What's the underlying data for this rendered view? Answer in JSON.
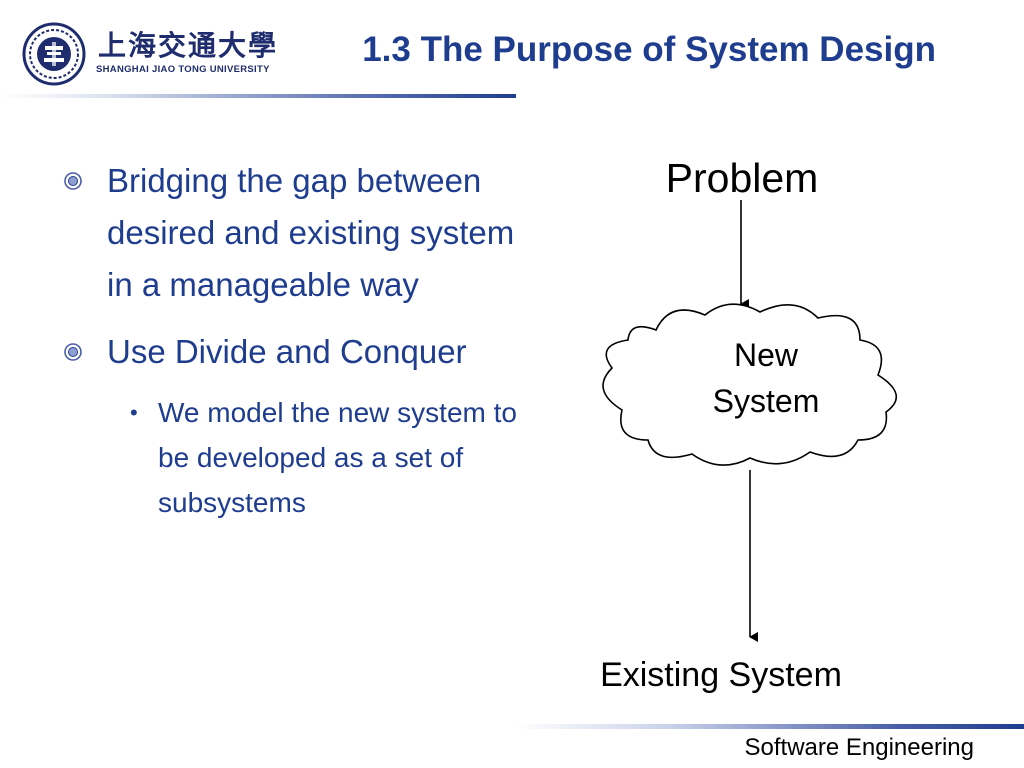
{
  "header": {
    "logo_cn": "上海交通大學",
    "logo_en": "SHANGHAI  JIAO TONG  UNIVERSITY",
    "title": "1.3 The Purpose of System Design"
  },
  "bullets": [
    {
      "text": "Bridging  the gap between desired and existing system in a manageable way",
      "sub": []
    },
    {
      "text": "Use Divide and Conquer",
      "sub": [
        {
          "text": "We model the new system  to be developed as a set of subsystems"
        }
      ]
    }
  ],
  "diagram": {
    "problem_label": "Problem",
    "cloud_line1": "New",
    "cloud_line2": "System",
    "existing_label": "Existing System"
  },
  "footer": {
    "text": "Software Engineering"
  },
  "colors": {
    "accent": "#1f3d8f",
    "logo": "#1f2d6e"
  }
}
